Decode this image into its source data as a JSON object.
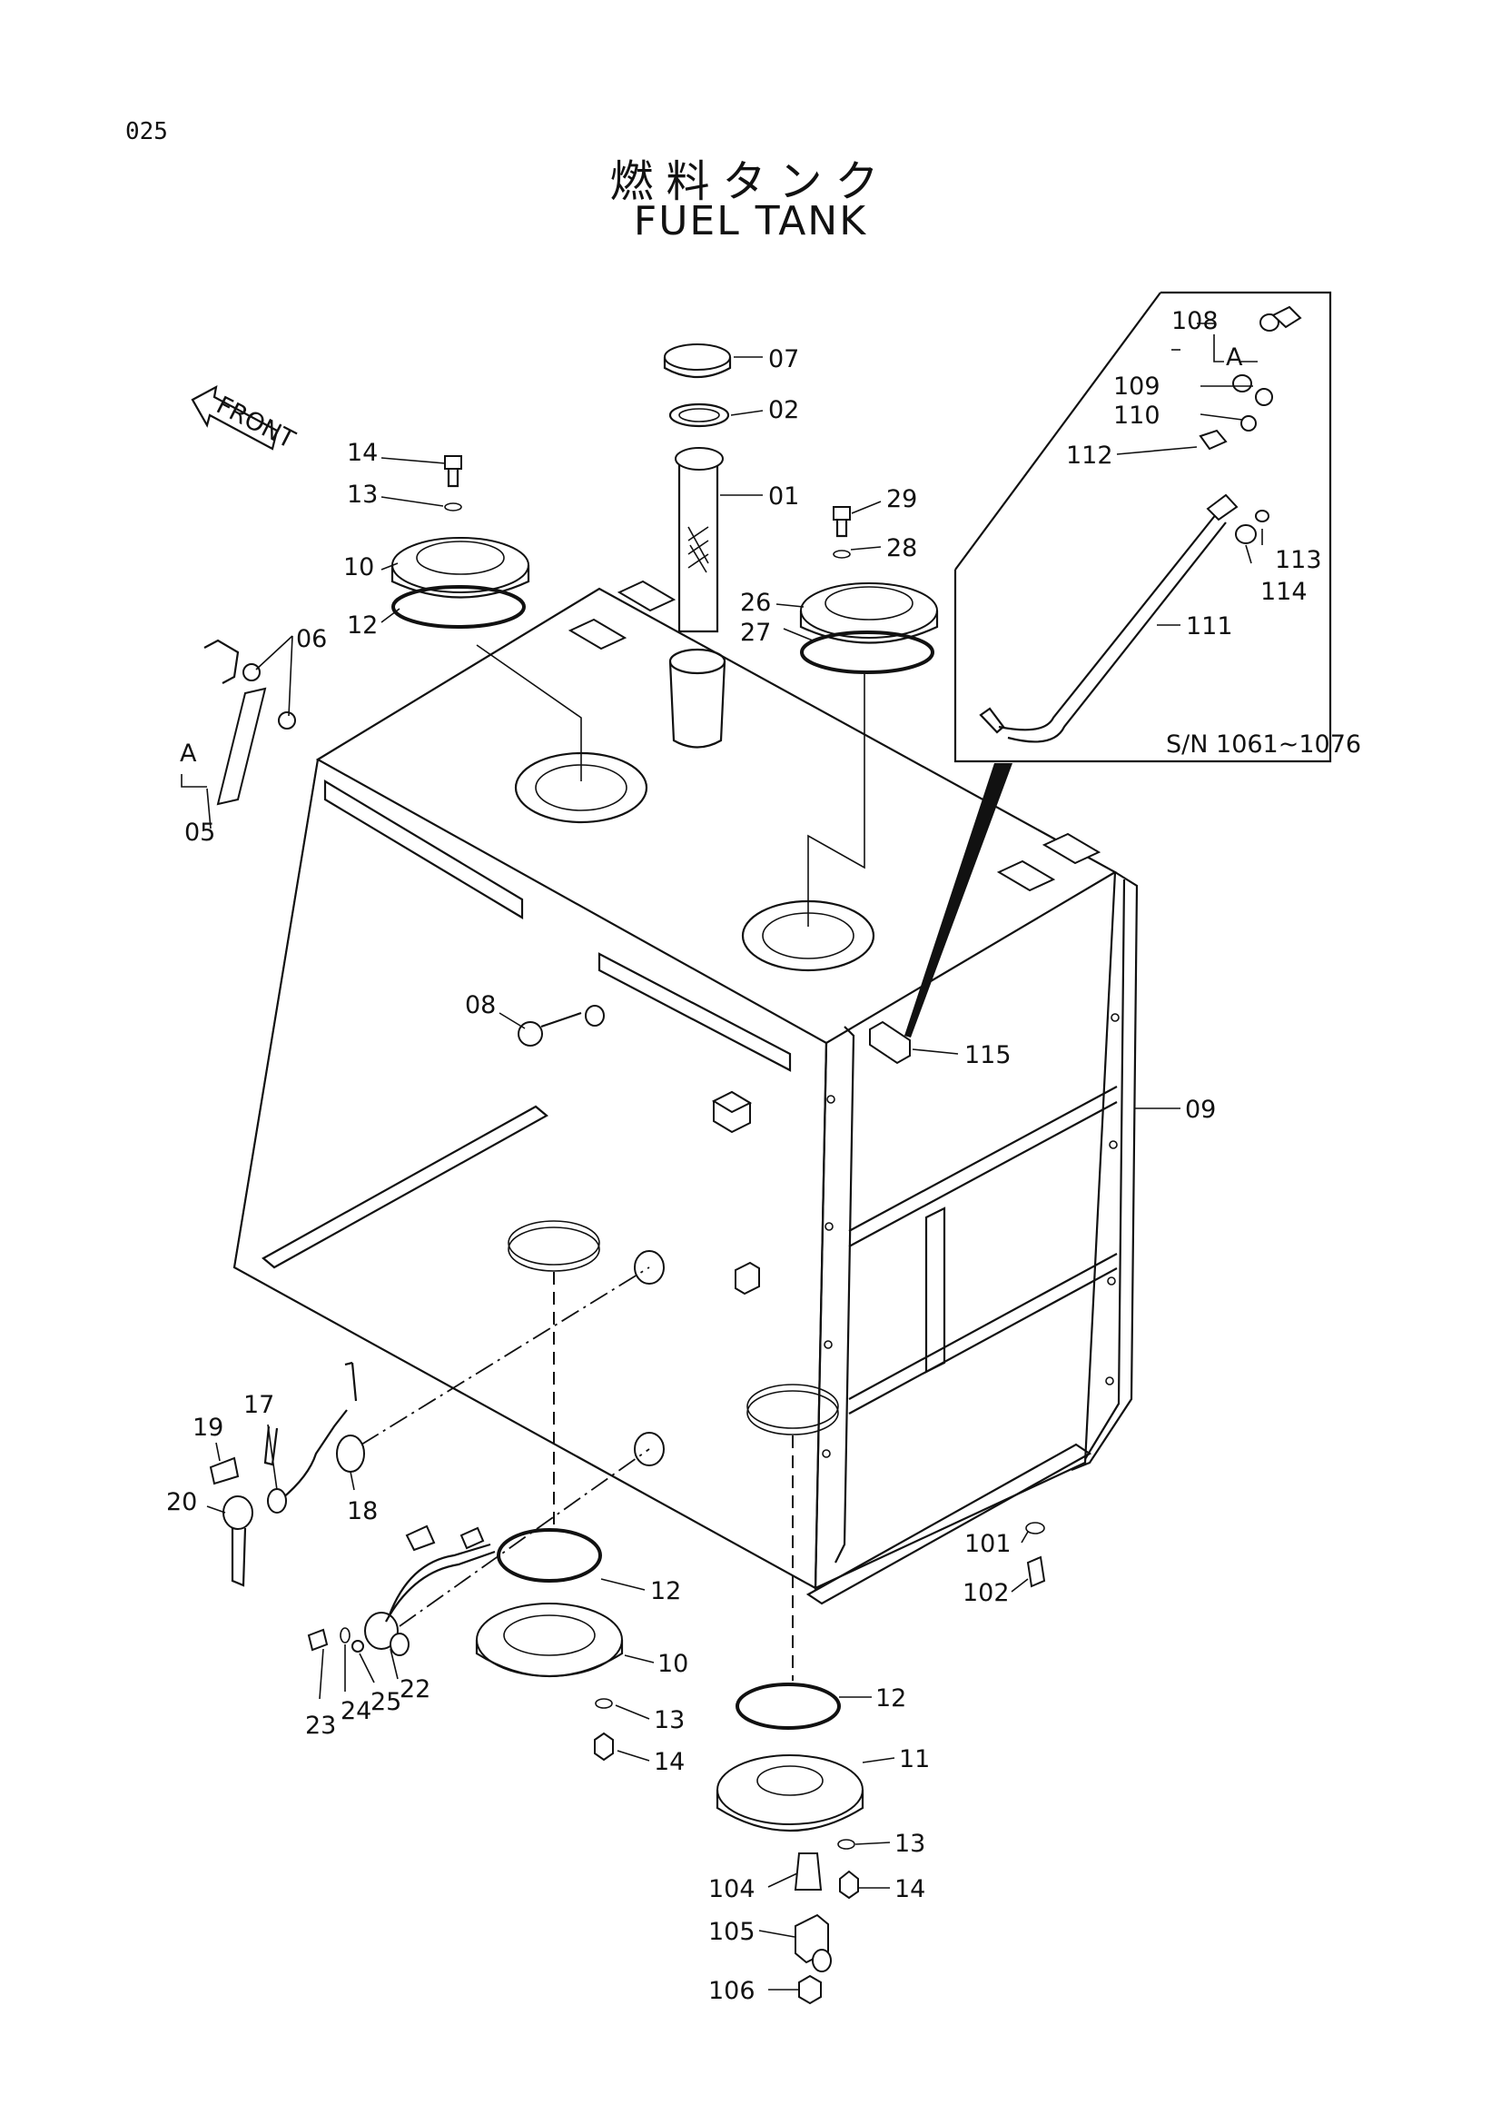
{
  "page_number": "025",
  "title_jp": "燃料タンク",
  "title_en": "FUEL TANK",
  "front_label": "FRONT",
  "inset": {
    "serial_range": "S/N 1061~1076",
    "group_label": "A"
  },
  "group_label_main": "A",
  "callouts": [
    {
      "id": "c07",
      "text": "07"
    },
    {
      "id": "c02",
      "text": "02"
    },
    {
      "id": "c01",
      "text": "01"
    },
    {
      "id": "c29",
      "text": "29"
    },
    {
      "id": "c28",
      "text": "28"
    },
    {
      "id": "c26",
      "text": "26"
    },
    {
      "id": "c27",
      "text": "27"
    },
    {
      "id": "c14a",
      "text": "14"
    },
    {
      "id": "c13a",
      "text": "13"
    },
    {
      "id": "c10a",
      "text": "10"
    },
    {
      "id": "c12a",
      "text": "12"
    },
    {
      "id": "c06",
      "text": "06"
    },
    {
      "id": "c05",
      "text": "05"
    },
    {
      "id": "c08",
      "text": "08"
    },
    {
      "id": "c115",
      "text": "115"
    },
    {
      "id": "c09",
      "text": "09"
    },
    {
      "id": "c108",
      "text": "108"
    },
    {
      "id": "c109",
      "text": "109"
    },
    {
      "id": "c110",
      "text": "110"
    },
    {
      "id": "c112",
      "text": "112"
    },
    {
      "id": "c113",
      "text": "113"
    },
    {
      "id": "c114",
      "text": "114"
    },
    {
      "id": "c111",
      "text": "111"
    },
    {
      "id": "c17",
      "text": "17"
    },
    {
      "id": "c19",
      "text": "19"
    },
    {
      "id": "c20",
      "text": "20"
    },
    {
      "id": "c18",
      "text": "18"
    },
    {
      "id": "c12b",
      "text": "12"
    },
    {
      "id": "c10b",
      "text": "10"
    },
    {
      "id": "c13b",
      "text": "13"
    },
    {
      "id": "c14b",
      "text": "14"
    },
    {
      "id": "c22",
      "text": "22"
    },
    {
      "id": "c25",
      "text": "25"
    },
    {
      "id": "c24",
      "text": "24"
    },
    {
      "id": "c23",
      "text": "23"
    },
    {
      "id": "c12c",
      "text": "12"
    },
    {
      "id": "c11",
      "text": "11"
    },
    {
      "id": "c13c",
      "text": "13"
    },
    {
      "id": "c14c",
      "text": "14"
    },
    {
      "id": "c104",
      "text": "104"
    },
    {
      "id": "c105",
      "text": "105"
    },
    {
      "id": "c106",
      "text": "106"
    },
    {
      "id": "c101",
      "text": "101"
    },
    {
      "id": "c102",
      "text": "102"
    }
  ]
}
